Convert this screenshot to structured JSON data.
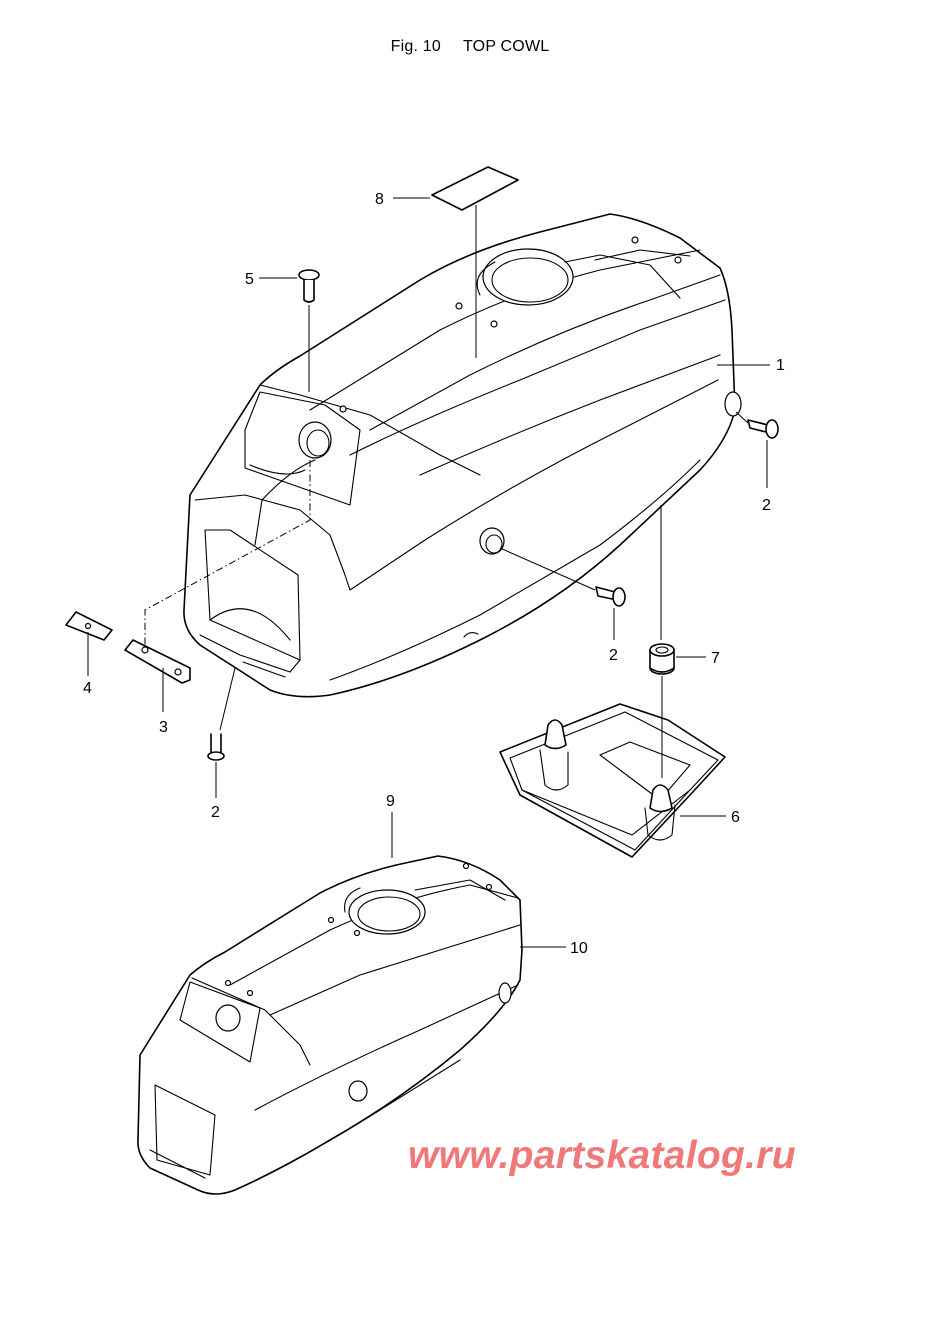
{
  "figure": {
    "number": "Fig. 10",
    "title": "TOP COWL"
  },
  "callouts": [
    {
      "label": "1",
      "part": "top-cowl"
    },
    {
      "label": "2",
      "part": "screw-right"
    },
    {
      "label": "2",
      "part": "screw-middle"
    },
    {
      "label": "2",
      "part": "screw-front"
    },
    {
      "label": "3",
      "part": "plate"
    },
    {
      "label": "4",
      "part": "clip"
    },
    {
      "label": "5",
      "part": "screw-top"
    },
    {
      "label": "6",
      "part": "intake-cover"
    },
    {
      "label": "7",
      "part": "grommet"
    },
    {
      "label": "8",
      "part": "label-decal"
    },
    {
      "label": "9",
      "part": "cowl-assembly-top"
    },
    {
      "label": "10",
      "part": "cowl-assembly"
    }
  ],
  "watermark": "www.partskatalog.ru"
}
